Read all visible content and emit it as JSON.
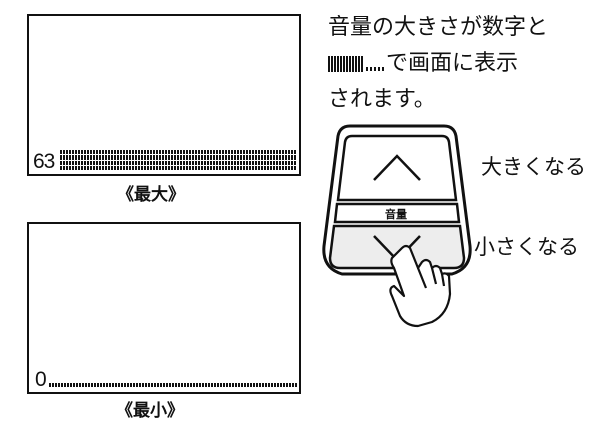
{
  "screens": {
    "max": {
      "level": "63",
      "caption": "《最大》",
      "bar_fill": 1.0
    },
    "min": {
      "level": "0",
      "caption": "《最小》",
      "bar_fill": 0.0
    }
  },
  "description": {
    "line1": "音量の大きさが数字と",
    "line2_suffix": "で画面に表示",
    "line3": "されます。"
  },
  "remote": {
    "button_label": "音量",
    "up_label": "大きくなる",
    "down_label": "小さくなる"
  },
  "icons": [
    "chevron-up-icon",
    "chevron-down-icon",
    "pointing-hand-icon",
    "volume-bar-icon"
  ]
}
